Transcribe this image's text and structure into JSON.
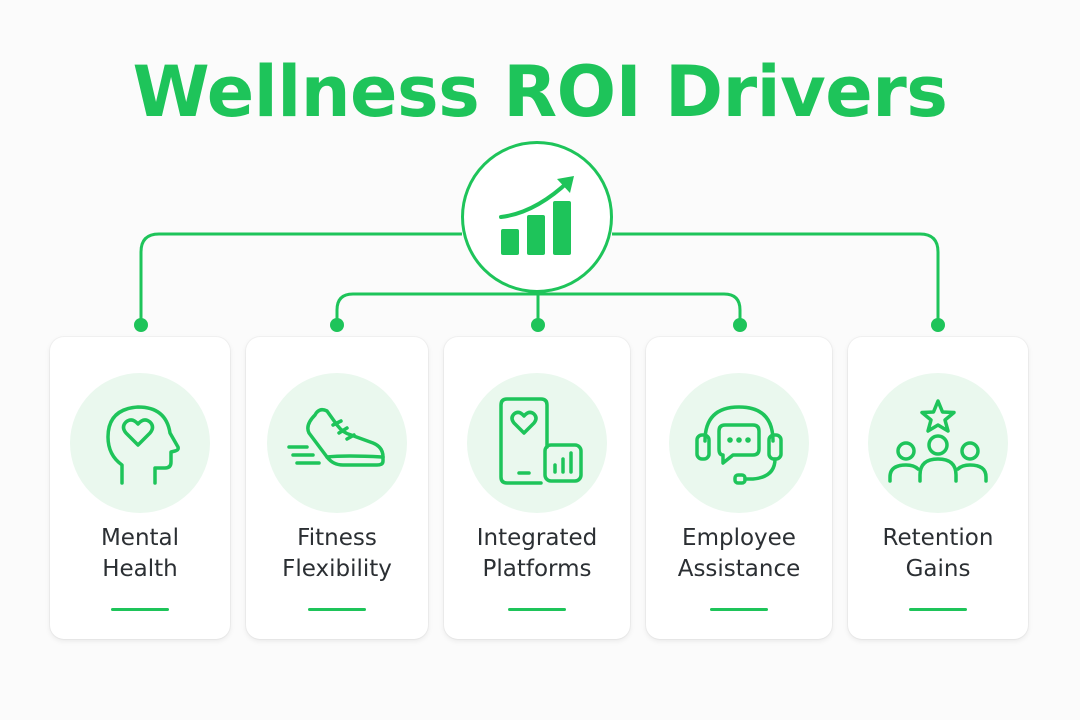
{
  "title": "Wellness ROI Drivers",
  "accent_color": "#1ec45a",
  "hub": {
    "icon": "growth-chart-icon"
  },
  "cards": [
    {
      "line1": "Mental",
      "line2": "Health",
      "icon": "head-heart-icon"
    },
    {
      "line1": "Fitness",
      "line2": "Flexibility",
      "icon": "running-shoe-icon"
    },
    {
      "line1": "Integrated",
      "line2": "Platforms",
      "icon": "phone-app-icon"
    },
    {
      "line1": "Employee",
      "line2": "Assistance",
      "icon": "headset-icon"
    },
    {
      "line1": "Retention",
      "line2": "Gains",
      "icon": "team-star-icon"
    }
  ]
}
